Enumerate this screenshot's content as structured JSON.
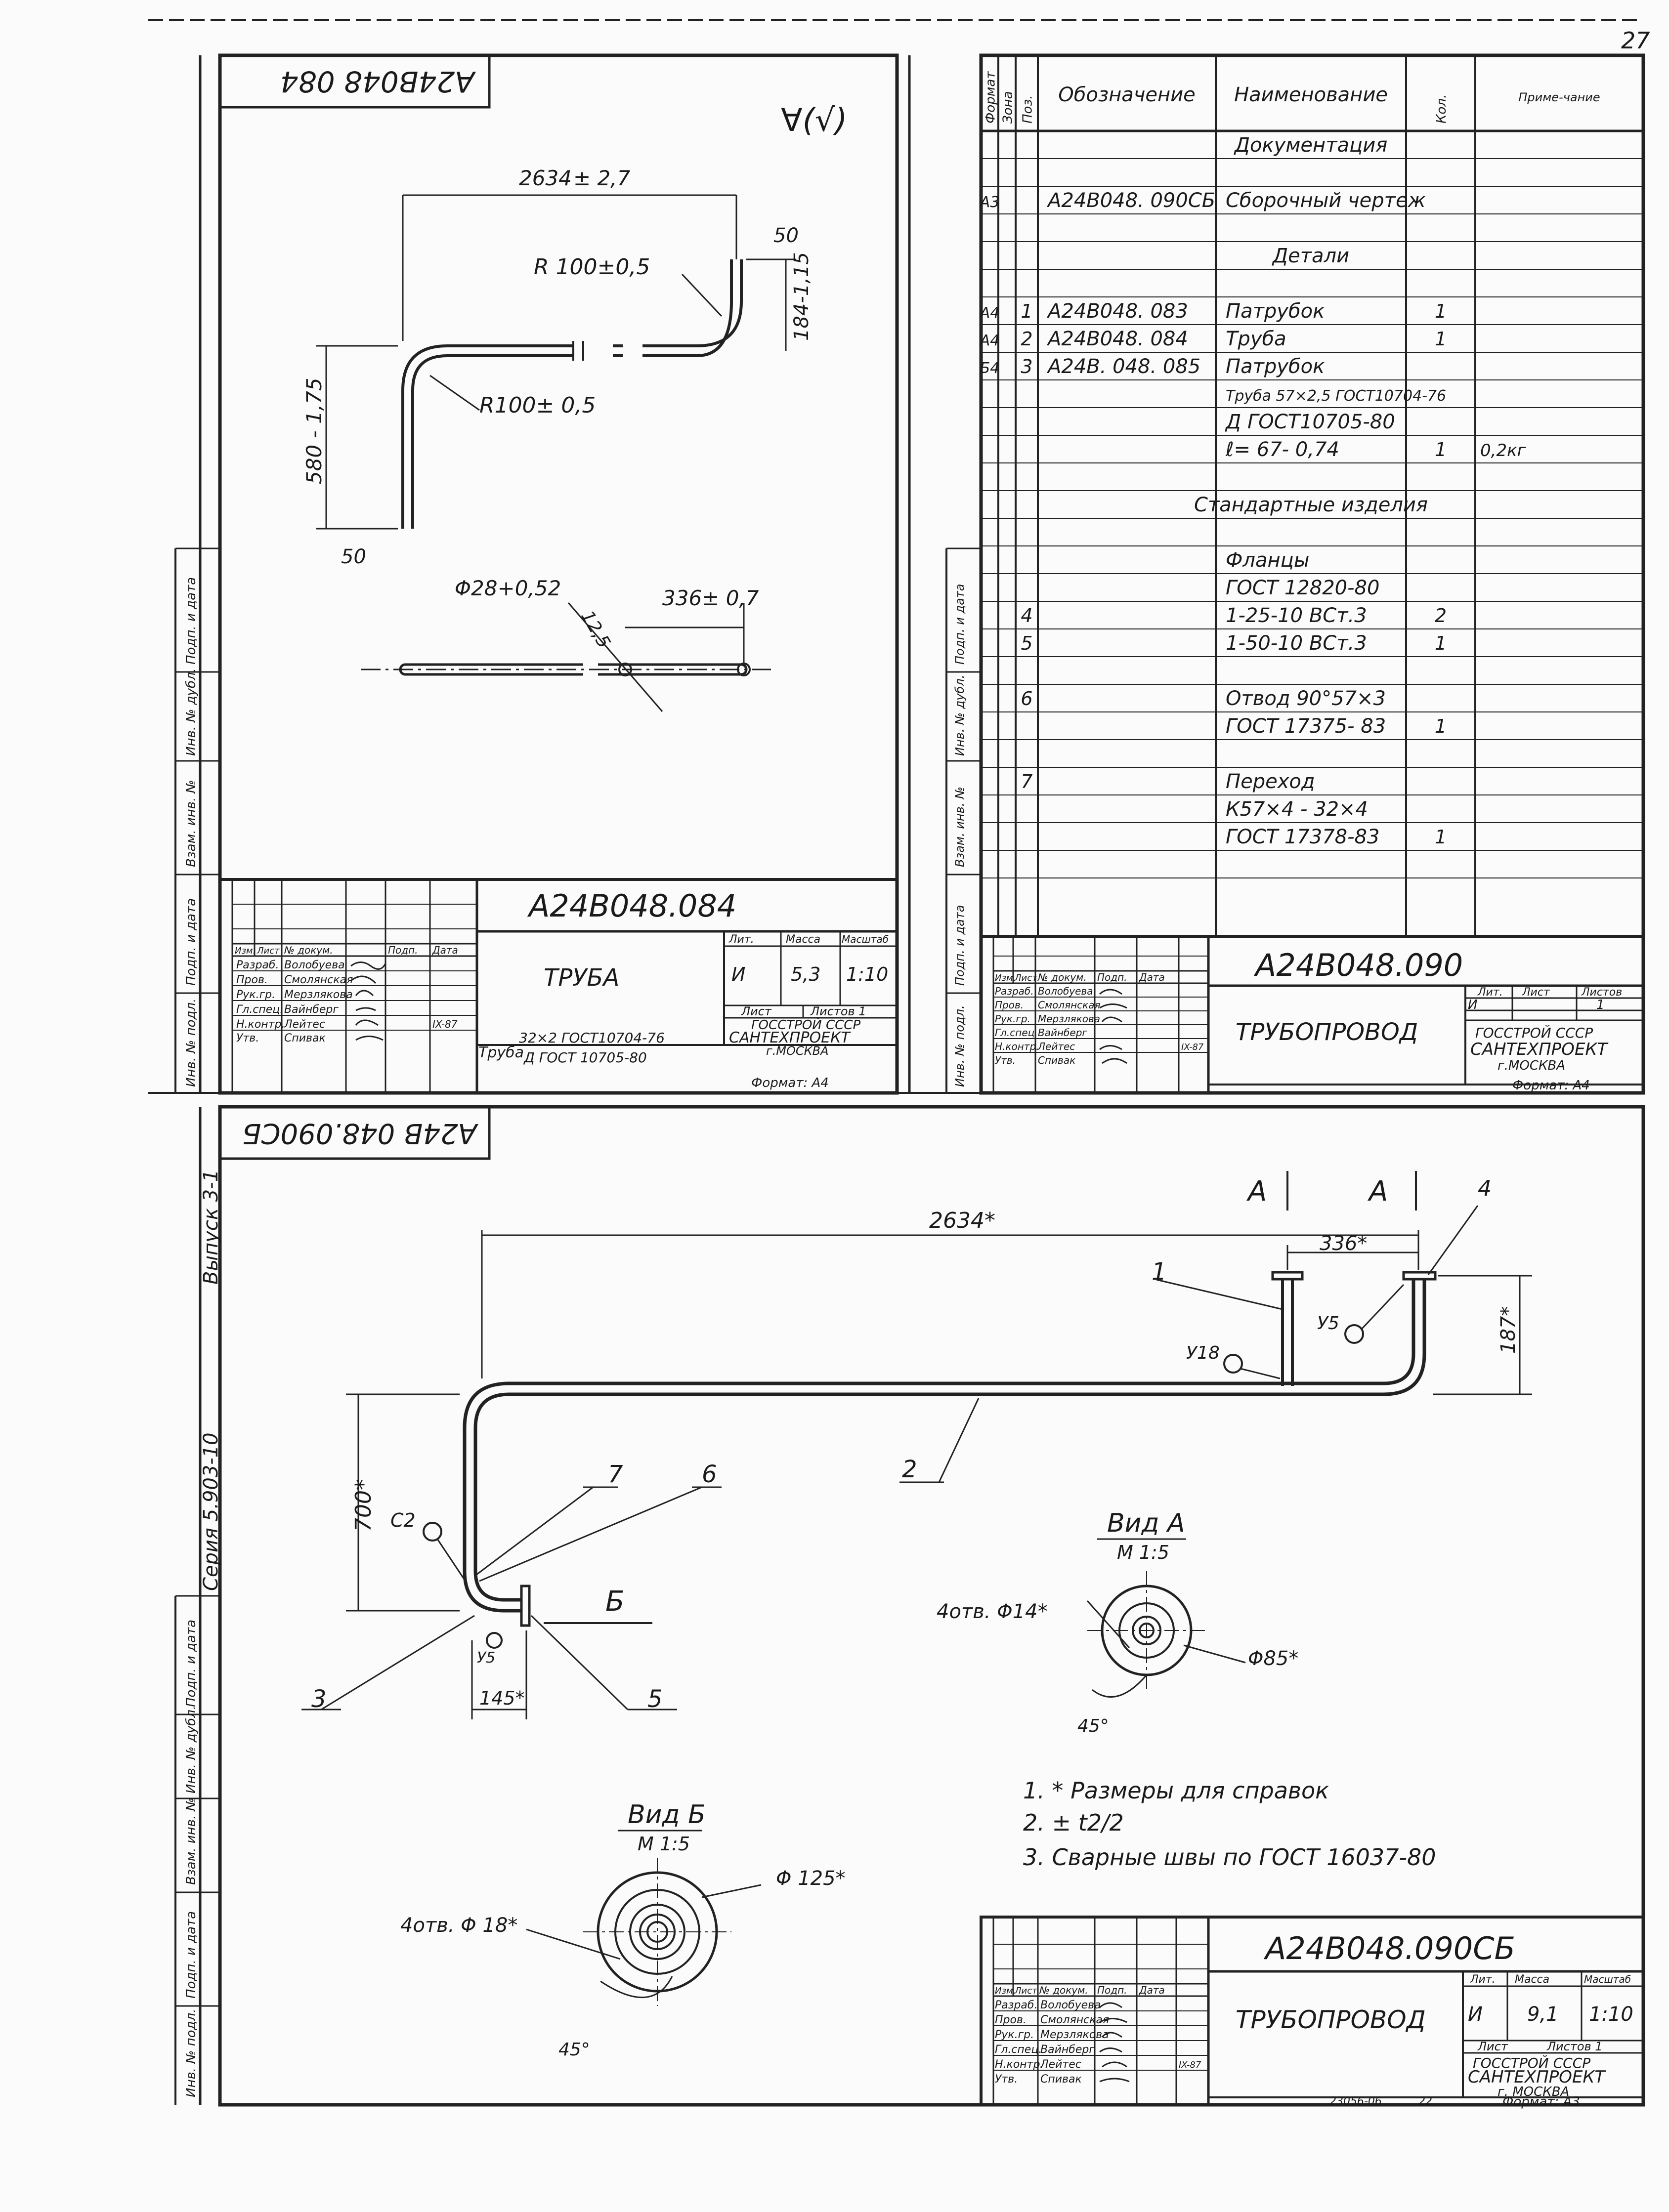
{
  "page_number": "27",
  "top_left": {
    "mirror_code": "A24B048 084",
    "roughness": "∀(√)",
    "dim_length": "2634",
    "dim_length_tol": "± 2,7",
    "dim_end": "184-1,15",
    "dim_angle_end": "50",
    "radius_top": "R 100±0,5",
    "radius_bottom": "R100± 0,5",
    "dim_height": "580 - 1,75",
    "dim_angle_start": "50",
    "dia": "Φ28+0,52",
    "rough_val": "12,5",
    "dim_336": "336± 0,7",
    "title": {
      "code": "A24B048.084",
      "name": "ТРУБА",
      "lit_h": "Лит.",
      "mass_h": "Масса",
      "scale_h": "Масштаб",
      "lit": "И",
      "mass": "5,3",
      "scale": "1:10",
      "sheet_h": "Лист",
      "sheets_h": "Листов 1",
      "org1": "ГОССТРОЙ СССР",
      "org2": "САНТЕХПРОЕКТ",
      "org3": "г.МОСКВА",
      "material_a": "Труба",
      "material_b": "32×2 ГОСТ10704-76",
      "material_c": "Д ГОСТ 10705-80",
      "format": "Формат: А4",
      "hdr": [
        "Изм.",
        "Лист",
        "№ докум.",
        "Подп.",
        "Дата"
      ],
      "roles": [
        "Разраб.",
        "Пров.",
        "Рук.гр.",
        "Гл.спец.",
        "Н.контр.",
        "Утв."
      ],
      "people": [
        "Волобуева",
        "Смолянская",
        "Мерзлякова",
        "Вайнберг",
        "Лейтес",
        "Спивак"
      ],
      "date": "IX-87"
    }
  },
  "spec": {
    "headers": [
      "Формат",
      "Зона",
      "Поз.",
      "Обозначение",
      "Наименование",
      "Кол.",
      "Приме-чание"
    ],
    "rows": [
      {
        "fmt": "",
        "pos": "",
        "des": "",
        "name": "Документация",
        "qty": "",
        "note": ""
      },
      {
        "fmt": "",
        "pos": "",
        "des": "",
        "name": "",
        "qty": "",
        "note": ""
      },
      {
        "fmt": "А3",
        "pos": "",
        "des": "А24В048. 090СБ",
        "name": "Сборочный чертеж",
        "qty": "",
        "note": ""
      },
      {
        "fmt": "",
        "pos": "",
        "des": "",
        "name": "",
        "qty": "",
        "note": ""
      },
      {
        "fmt": "",
        "pos": "",
        "des": "",
        "name": "Детали",
        "qty": "",
        "note": ""
      },
      {
        "fmt": "",
        "pos": "",
        "des": "",
        "name": "",
        "qty": "",
        "note": ""
      },
      {
        "fmt": "А4",
        "pos": "1",
        "des": "А24В048. 083",
        "name": "Патрубок",
        "qty": "1",
        "note": ""
      },
      {
        "fmt": "А4",
        "pos": "2",
        "des": "А24В048. 084",
        "name": "Труба",
        "qty": "1",
        "note": ""
      },
      {
        "fmt": "Б4",
        "pos": "3",
        "des": "А24В. 048. 085",
        "name": "Патрубок",
        "qty": "",
        "note": ""
      },
      {
        "fmt": "",
        "pos": "",
        "des": "",
        "name": "Труба 57×2,5 ГОСТ10704-76",
        "qty": "",
        "note": ""
      },
      {
        "fmt": "",
        "pos": "",
        "des": "",
        "name": "Д ГОСТ10705-80",
        "qty": "",
        "note": ""
      },
      {
        "fmt": "",
        "pos": "",
        "des": "",
        "name": "ℓ= 67- 0,74",
        "qty": "1",
        "note": "0,2кг"
      },
      {
        "fmt": "",
        "pos": "",
        "des": "",
        "name": "",
        "qty": "",
        "note": ""
      },
      {
        "fmt": "",
        "pos": "",
        "des": "",
        "name": "Стандартные изделия",
        "qty": "",
        "note": ""
      },
      {
        "fmt": "",
        "pos": "",
        "des": "",
        "name": "",
        "qty": "",
        "note": ""
      },
      {
        "fmt": "",
        "pos": "",
        "des": "",
        "name": "Фланцы",
        "qty": "",
        "note": ""
      },
      {
        "fmt": "",
        "pos": "",
        "des": "",
        "name": "ГОСТ 12820-80",
        "qty": "",
        "note": ""
      },
      {
        "fmt": "",
        "pos": "4",
        "des": "",
        "name": "1-25-10 ВСт.3",
        "qty": "2",
        "note": ""
      },
      {
        "fmt": "",
        "pos": "5",
        "des": "",
        "name": "1-50-10 ВСт.3",
        "qty": "1",
        "note": ""
      },
      {
        "fmt": "",
        "pos": "",
        "des": "",
        "name": "",
        "qty": "",
        "note": ""
      },
      {
        "fmt": "",
        "pos": "6",
        "des": "",
        "name": "Отвод 90°57×3",
        "qty": "",
        "note": ""
      },
      {
        "fmt": "",
        "pos": "",
        "des": "",
        "name": "ГОСТ 17375- 83",
        "qty": "1",
        "note": ""
      },
      {
        "fmt": "",
        "pos": "",
        "des": "",
        "name": "",
        "qty": "",
        "note": ""
      },
      {
        "fmt": "",
        "pos": "7",
        "des": "",
        "name": "Переход",
        "qty": "",
        "note": ""
      },
      {
        "fmt": "",
        "pos": "",
        "des": "",
        "name": "К57×4 - 32×4",
        "qty": "",
        "note": ""
      },
      {
        "fmt": "",
        "pos": "",
        "des": "",
        "name": "ГОСТ 17378-83",
        "qty": "1",
        "note": ""
      },
      {
        "fmt": "",
        "pos": "",
        "des": "",
        "name": "",
        "qty": "",
        "note": ""
      }
    ],
    "title": {
      "code": "А24В048.090",
      "name": "ТРУБОПРОВОД",
      "lit_h": "Лит.",
      "sheet_h": "Лист",
      "sheets_h": "Листов",
      "lit": "И",
      "sheet": "1",
      "org1": "ГОССТРОЙ СССР",
      "org2": "САНТЕХПРОЕКТ",
      "org3": "г.МОСКВА",
      "format": "Формат: А4",
      "date": "IX-87"
    }
  },
  "assembly": {
    "mirror_code": "А24В 048.090СБ",
    "series": "Серия 5.903-10",
    "issue": "Выпуск 3-1",
    "dim_total": "2634*",
    "dim_336": "336*",
    "dim_187": "187*",
    "dim_700": "700*",
    "dim_145": "145*",
    "sec_a1": "А",
    "sec_a2": "А",
    "sec_b": "Б",
    "labels": [
      "1",
      "2",
      "3",
      "4",
      "5",
      "6",
      "7"
    ],
    "weld_u18": "У18",
    "weld_u5": "У5",
    "weld_c2": "С2",
    "weld_u5b": "У5",
    "view_a": "Вид А",
    "view_a_scale": "М 1:5",
    "view_a_holes": "4отв. Φ14*",
    "view_a_dia": "Φ85*",
    "view_a_ang": "45°",
    "view_b": "Вид Б",
    "view_b_scale": "М 1:5",
    "view_b_holes": "4отв. Φ 18*",
    "view_b_dia": "Φ 125*",
    "view_b_ang": "45°",
    "notes": [
      "1. * Размеры для справок",
      "2. ± t2/2",
      "3. Сварные швы по ГОСТ 16037-80"
    ],
    "title": {
      "code": "А24В048.090СБ",
      "name": "ТРУБОПРОВОД",
      "lit_h": "Лит.",
      "mass_h": "Масса",
      "scale_h": "Масштаб",
      "lit": "И",
      "mass": "9,1",
      "scale": "1:10",
      "sheet_h": "Лист",
      "sheets_h": "Листов 1",
      "org1": "ГОССТРОЙ СССР",
      "org2": "САНТЕХПРОЕКТ",
      "org3": "г. МОСКВА",
      "format": "Формат: А3",
      "date": "IX-87",
      "archive": "23056-06",
      "archive_b": "22"
    }
  },
  "side_labels": [
    "Инв. № подл.",
    "Подп. и дата",
    "Взам. инв. №",
    "Инв. № дубл.",
    "Подп. и дата"
  ]
}
